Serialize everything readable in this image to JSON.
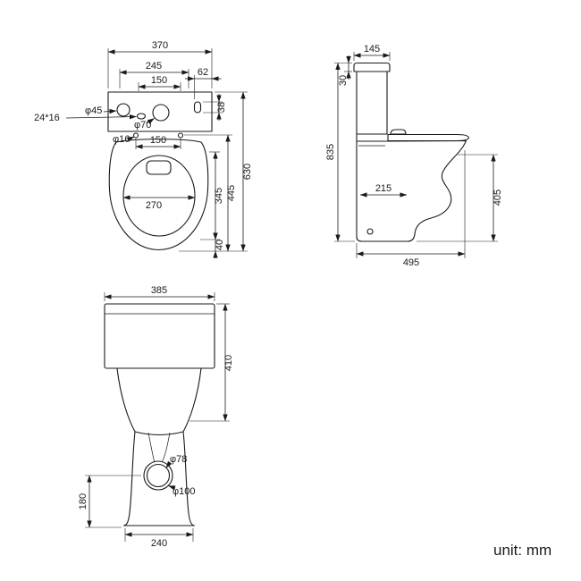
{
  "colors": {
    "line": "#1a1a1a",
    "background": "#ffffff"
  },
  "unit_label": "unit: mm",
  "top": {
    "d370": "370",
    "d245": "245",
    "d150_top": "150",
    "d62": "62",
    "d38": "38",
    "phi45": "φ45",
    "hole_24x16": "24*16",
    "phi70": "φ70",
    "phi16": "φ16",
    "d150_holes": "150",
    "d270": "270",
    "d345": "345",
    "d40": "40",
    "d445": "445",
    "d630": "630"
  },
  "side": {
    "d145": "145",
    "d30": "30",
    "d835": "835",
    "d215": "215",
    "d405": "405",
    "d495": "495"
  },
  "front": {
    "d385": "385",
    "d410": "410",
    "phi78": "φ78",
    "phi100": "φ100",
    "d180": "180",
    "d240": "240"
  }
}
